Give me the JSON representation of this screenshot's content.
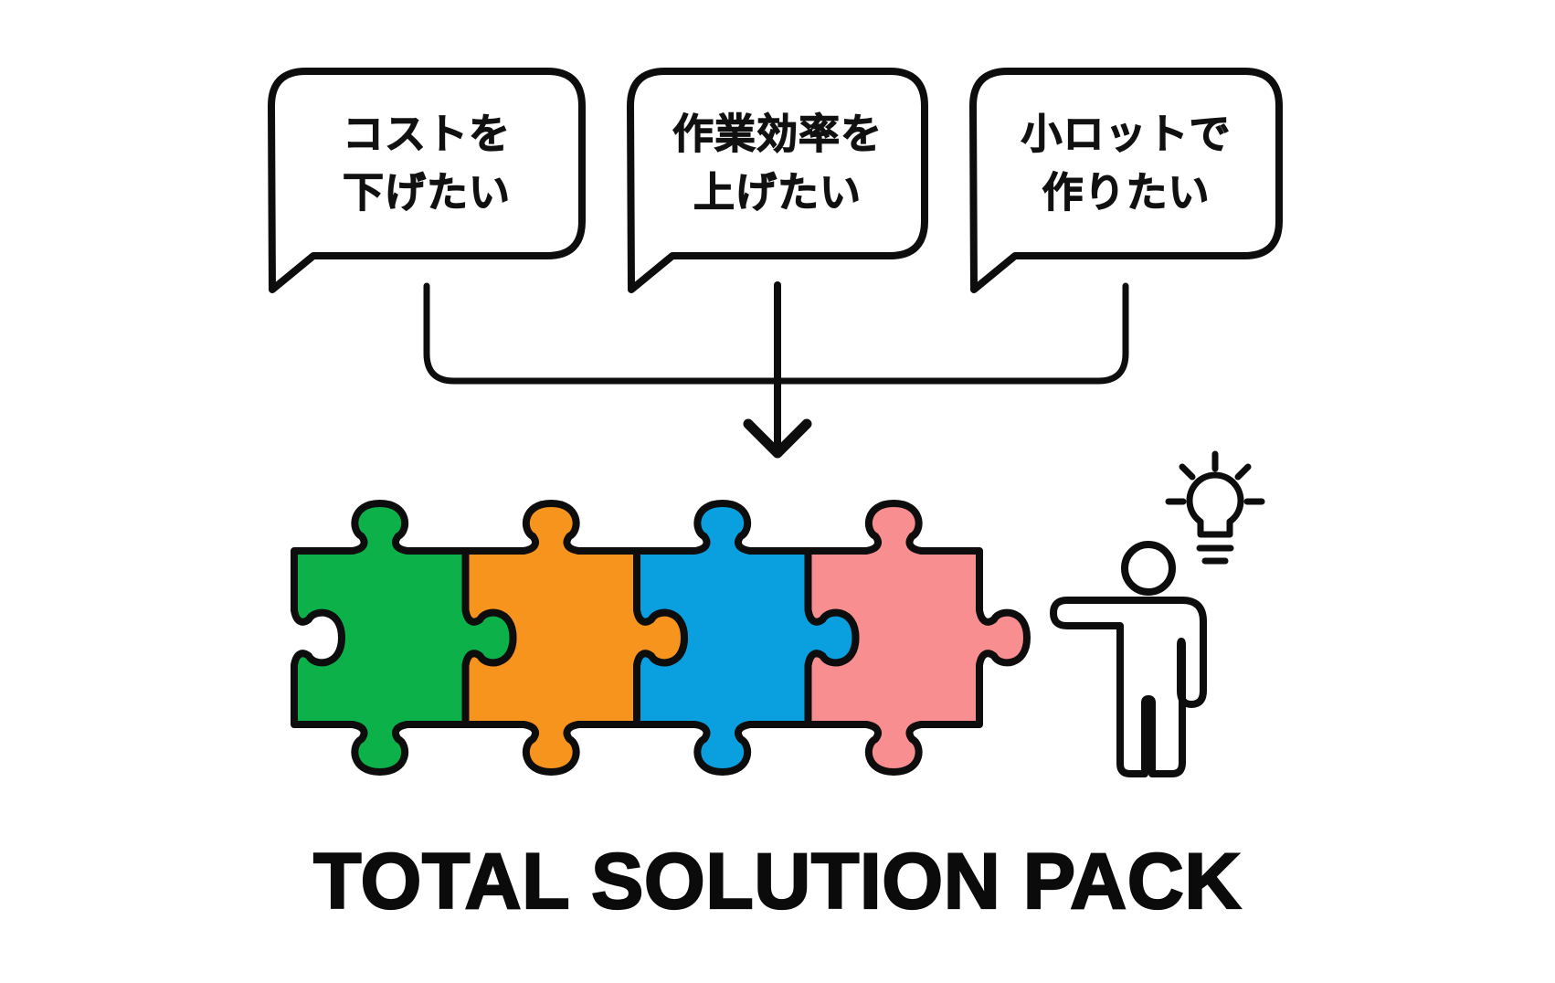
{
  "bubbles": [
    {
      "text": "コストを\n下げたい"
    },
    {
      "text": "作業効率を\n上げたい"
    },
    {
      "text": "小ロットで\n作りたい"
    }
  ],
  "title": "TOTAL SOLUTION PACK",
  "puzzle": {
    "pieces": [
      {
        "name": "green-piece",
        "color": "#0DB14A"
      },
      {
        "name": "orange-piece",
        "color": "#F7941D"
      },
      {
        "name": "blue-piece",
        "color": "#0AA0E0"
      },
      {
        "name": "pink-piece",
        "color": "#F98E90"
      }
    ]
  },
  "colors": {
    "outline": "#0d0d0d",
    "background": "#ffffff"
  }
}
